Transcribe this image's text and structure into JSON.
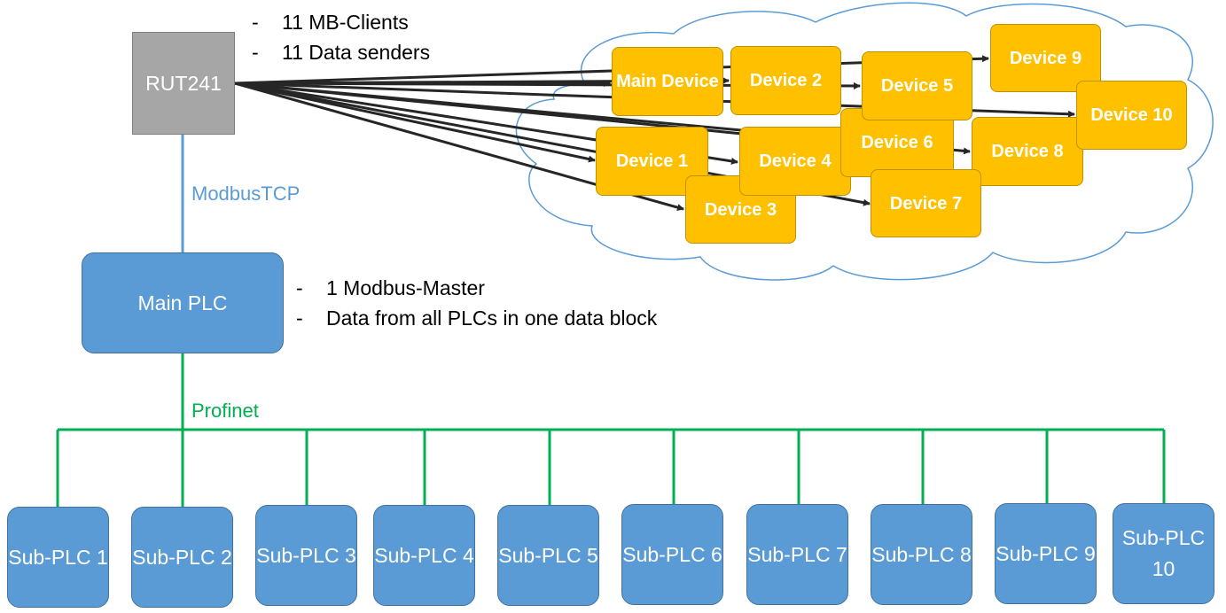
{
  "router": {
    "label": "RUT241"
  },
  "router_notes": [
    "11 MB-Clients",
    "11 Data senders"
  ],
  "main_plc": {
    "label": "Main PLC"
  },
  "main_plc_notes": [
    "1 Modbus-Master",
    "Data from all PLCs in one data block"
  ],
  "links": {
    "modbus": "ModbusTCP",
    "profinet": "Profinet"
  },
  "devices": [
    {
      "id": "main",
      "label": "Main Device"
    },
    {
      "id": "d2",
      "label": "Device 2"
    },
    {
      "id": "d5",
      "label": "Device 5"
    },
    {
      "id": "d9",
      "label": "Device 9"
    },
    {
      "id": "d10",
      "label": "Device 10"
    },
    {
      "id": "d1",
      "label": "Device 1"
    },
    {
      "id": "d4",
      "label": "Device 4"
    },
    {
      "id": "d6",
      "label": "Device 6"
    },
    {
      "id": "d8",
      "label": "Device 8"
    },
    {
      "id": "d3",
      "label": "Device 3"
    },
    {
      "id": "d7",
      "label": "Device 7"
    }
  ],
  "sub_plcs": [
    {
      "label": "Sub-PLC 1"
    },
    {
      "label": "Sub-PLC 2"
    },
    {
      "label": "Sub-PLC 3"
    },
    {
      "label": "Sub-PLC 4"
    },
    {
      "label": "Sub-PLC 5"
    },
    {
      "label": "Sub-PLC 6"
    },
    {
      "label": "Sub-PLC 7"
    },
    {
      "label": "Sub-PLC 8"
    },
    {
      "label": "Sub-PLC 9"
    },
    {
      "label": "Sub-PLC 10"
    }
  ],
  "colors": {
    "router_fill": "#a6a6a6",
    "plc_fill": "#5b9bd5",
    "device_fill": "#ffc000",
    "cloud_outline": "#5b9bd5",
    "modbus_line": "#5b9bd5",
    "profinet_line": "#00b050",
    "arrow": "#262626"
  }
}
